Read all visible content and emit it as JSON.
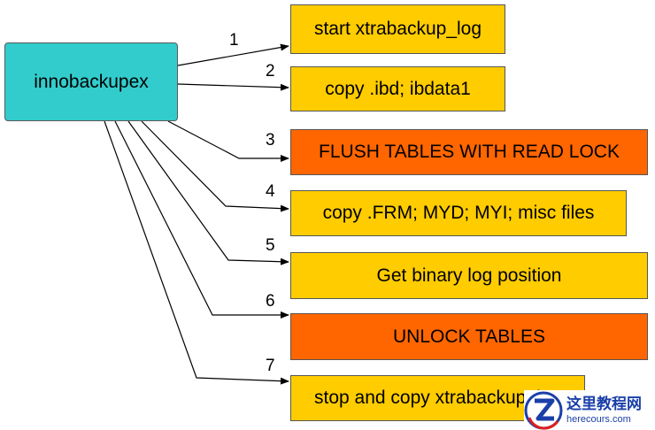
{
  "source": {
    "label": "innobackupex"
  },
  "steps": [
    {
      "number": "1",
      "label": "start xtrabackup_log",
      "color": "#ffcc00"
    },
    {
      "number": "2",
      "label": "copy .ibd; ibdata1",
      "color": "#ffcc00"
    },
    {
      "number": "3",
      "label": "FLUSH TABLES WITH READ LOCK",
      "color": "#ff6600"
    },
    {
      "number": "4",
      "label": "copy .FRM; MYD; MYI; misc files",
      "color": "#ffcc00"
    },
    {
      "number": "5",
      "label": "Get binary log position",
      "color": "#ffcc00"
    },
    {
      "number": "6",
      "label": "UNLOCK TABLES",
      "color": "#ff6600"
    },
    {
      "number": "7",
      "label": "stop and copy xtrabackup_log",
      "color": "#ffcc00"
    }
  ],
  "watermark": {
    "cn_text": "这里教程网",
    "url": "herecours.com",
    "icon": "z-logo-icon"
  },
  "colors": {
    "source_fill": "#33cccc",
    "step_yellow": "#ffcc00",
    "step_orange": "#ff6600",
    "arrow": "#000000"
  }
}
